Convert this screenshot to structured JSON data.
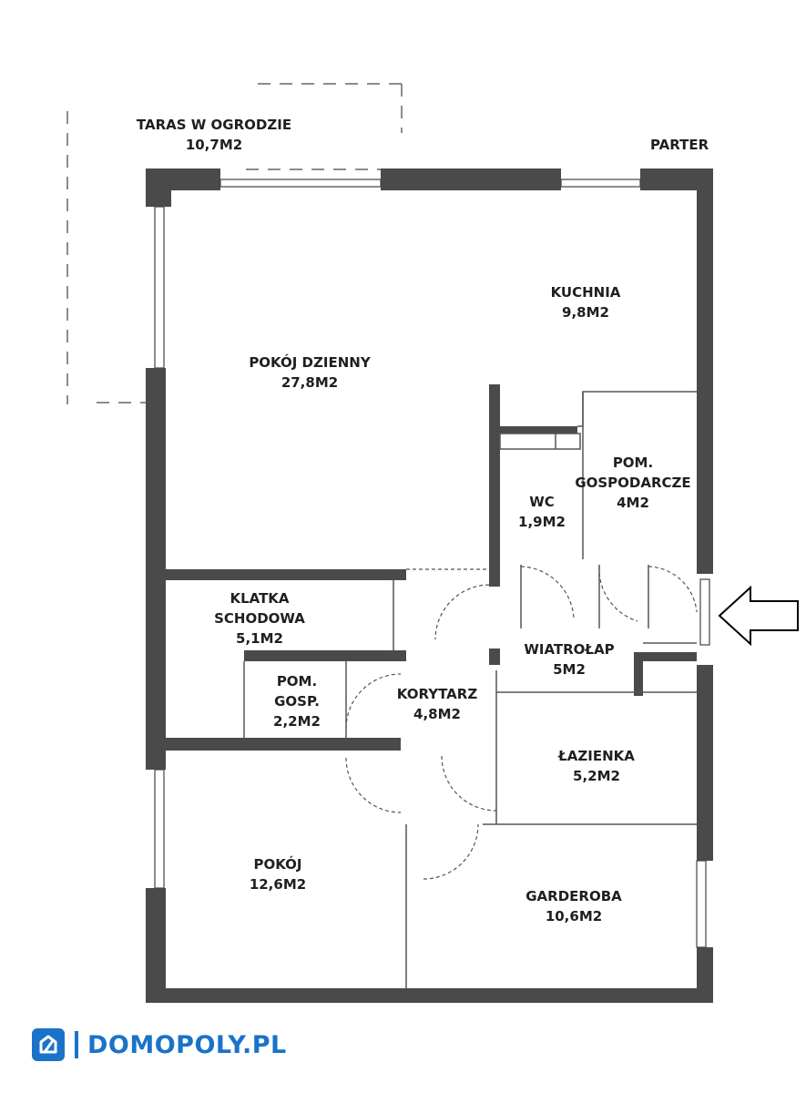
{
  "floor": "PARTER",
  "rooms": {
    "taras": {
      "name": "TARAS W OGRODZIE",
      "area": "10,7M2"
    },
    "kuchnia": {
      "name": "KUCHNIA",
      "area": "9,8M2"
    },
    "pokoj_dzienny": {
      "name": "POKÓJ DZIENNY",
      "area": "27,8M2"
    },
    "pom_gospodarcze": {
      "name_line1": "POM.",
      "name_line2": "GOSPODARCZE",
      "area": "4M2"
    },
    "wc": {
      "name": "WC",
      "area": "1,9M2"
    },
    "klatka": {
      "name_line1": "KLATKA",
      "name_line2": "SCHODOWA",
      "area": "5,1M2"
    },
    "wiatrolap": {
      "name": "WIATROŁAP",
      "area": "5M2"
    },
    "pom_gosp": {
      "name_line1": "POM.",
      "name_line2": "GOSP.",
      "area": "2,2M2"
    },
    "korytarz": {
      "name": "KORYTARZ",
      "area": "4,8M2"
    },
    "lazienka": {
      "name": "ŁAZIENKA",
      "area": "5,2M2"
    },
    "pokoj": {
      "name": "POKÓJ",
      "area": "12,6M2"
    },
    "garderoba": {
      "name": "GARDEROBA",
      "area": "10,6M2"
    }
  },
  "brand": {
    "name": "DOMOPOLY.PL",
    "color": "#1a73c9"
  },
  "colors": {
    "wall": "#4a4a4a",
    "line": "#555555"
  }
}
